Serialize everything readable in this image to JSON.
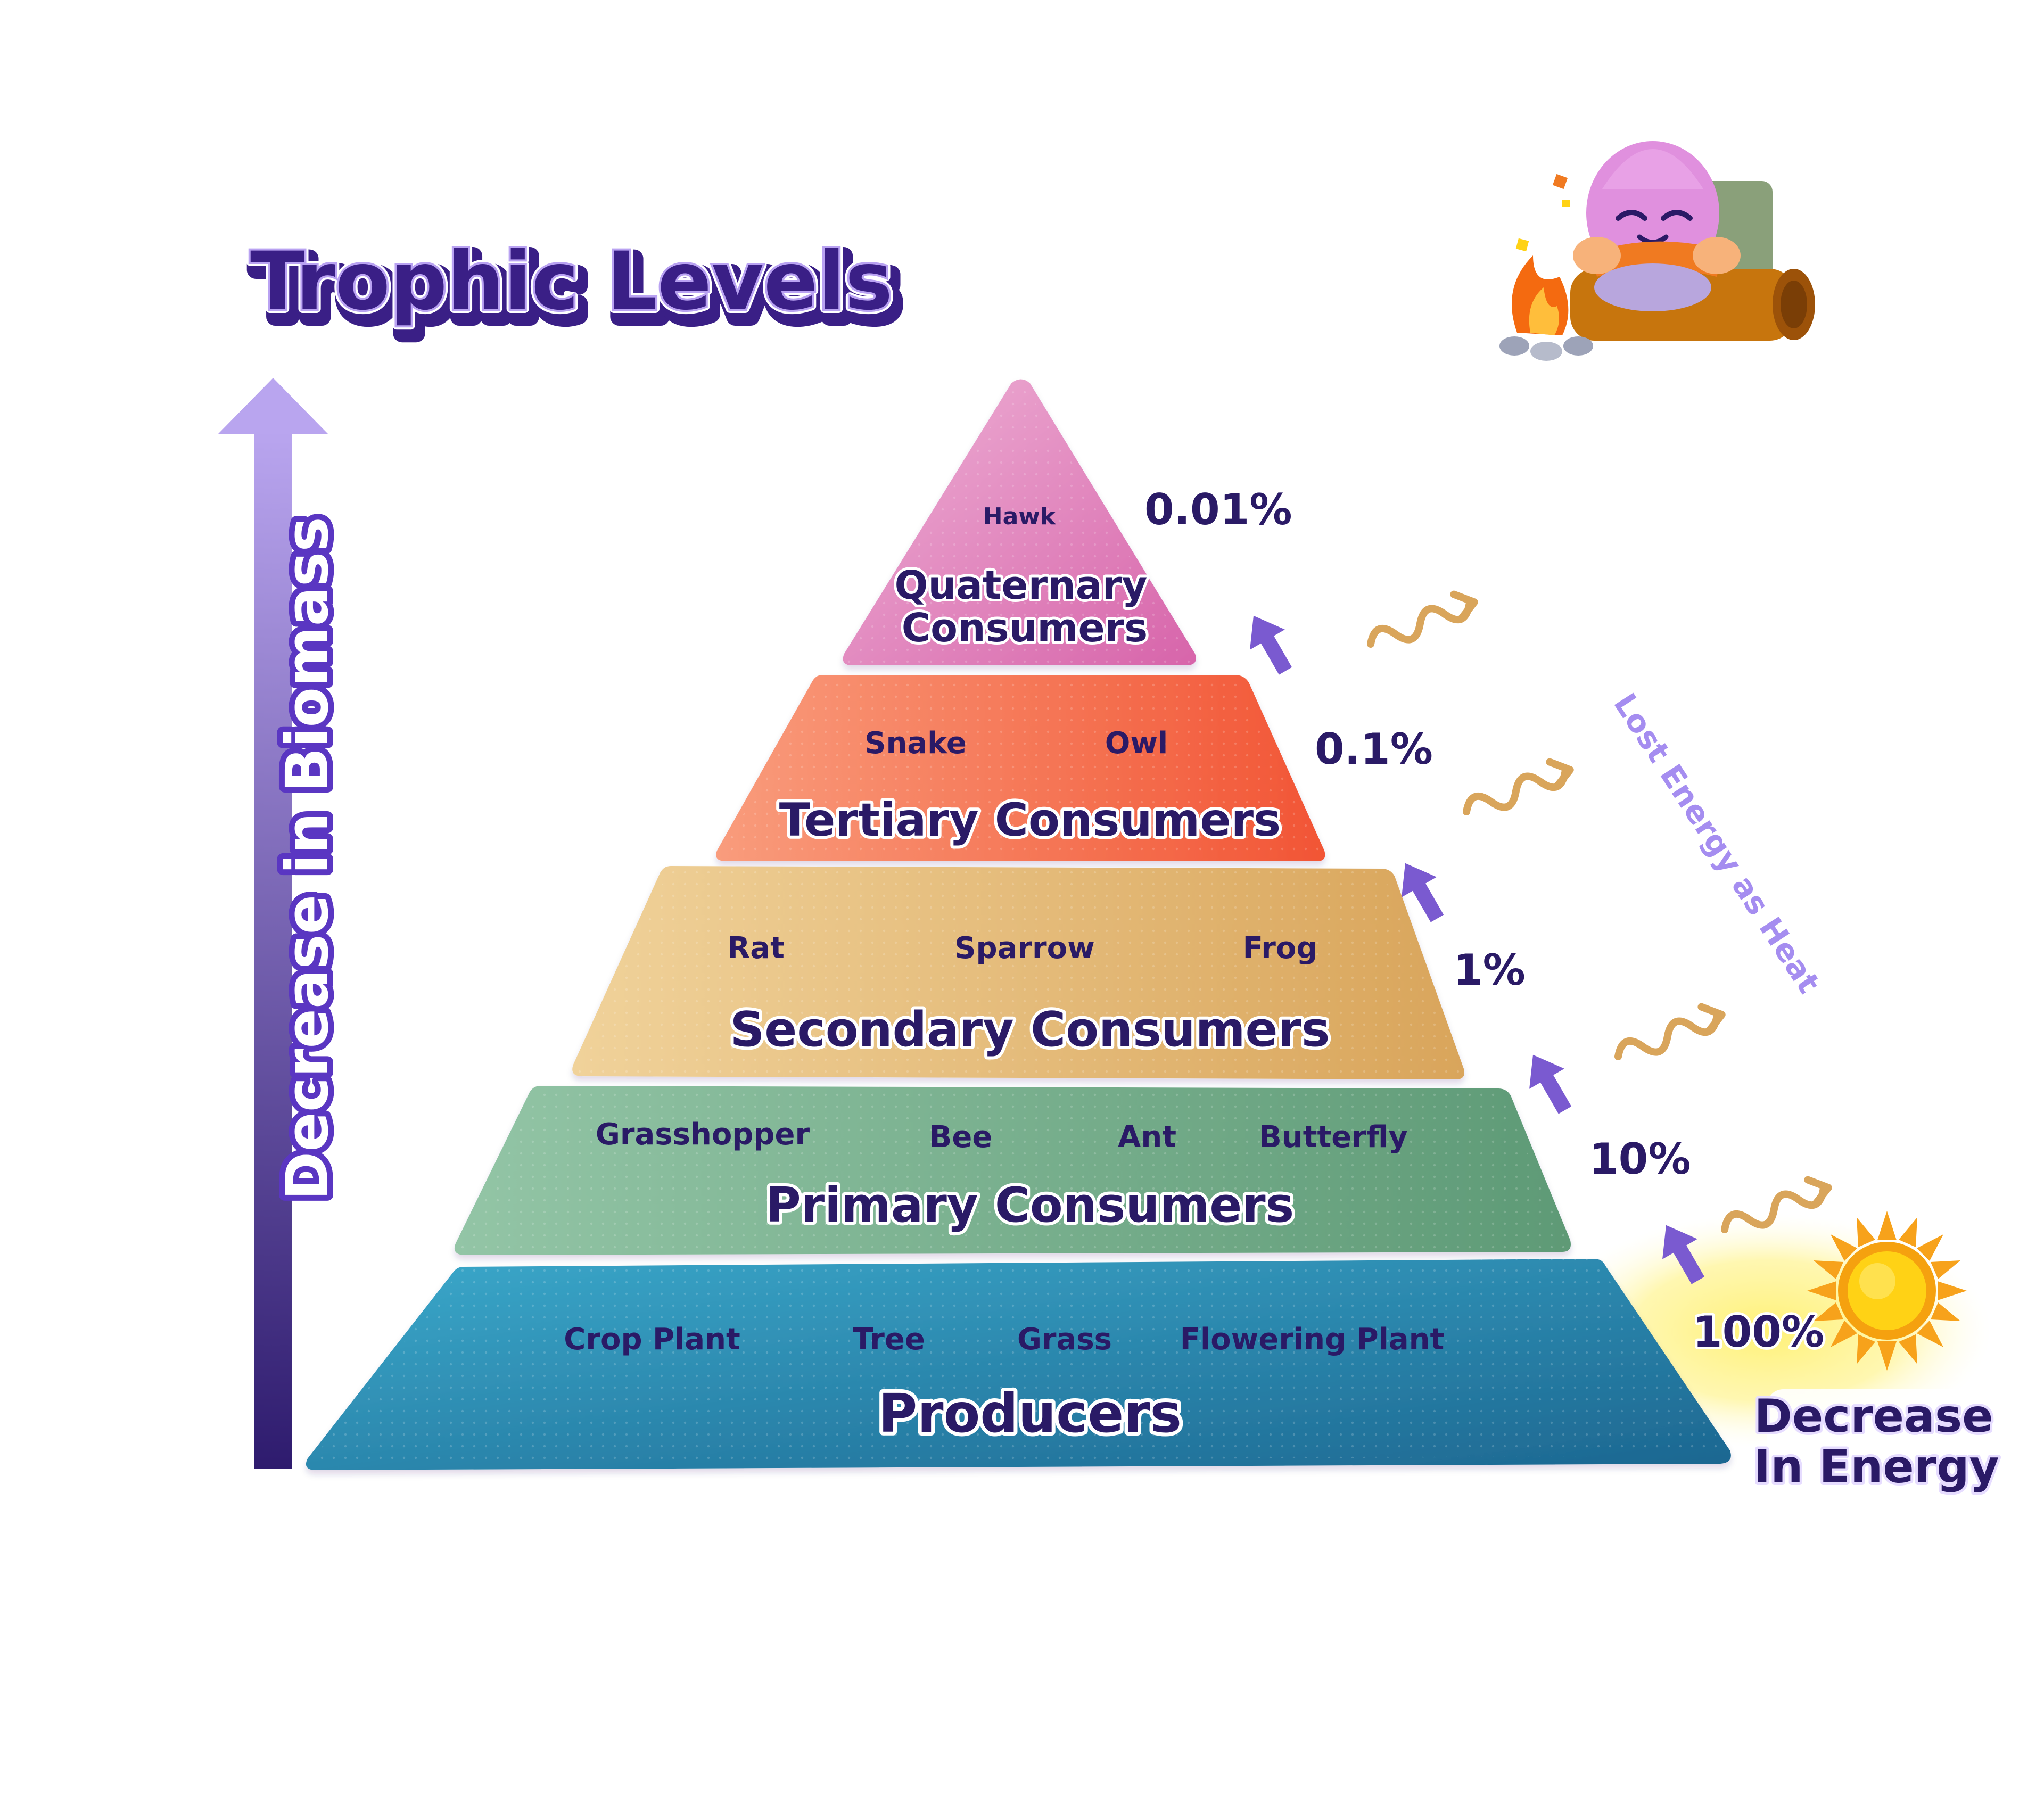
{
  "title": "Trophic Levels",
  "biomass_label": "Decrease in Biomass",
  "energy_label_line1": "Decrease",
  "energy_label_line2": "In Energy",
  "lost_heat_label": "Lost Energy as Heat",
  "levels": [
    {
      "name": "Producers",
      "organisms": [
        "Crop Plant",
        "Tree",
        "Grass",
        "Flowering Plant"
      ],
      "energy": "100%"
    },
    {
      "name": "Primary Consumers",
      "organisms": [
        "Grasshopper",
        "Bee",
        "Ant",
        "Butterfly"
      ],
      "energy": "10%"
    },
    {
      "name": "Secondary Consumers",
      "organisms": [
        "Rat",
        "Sparrow",
        "Frog"
      ],
      "energy": "1%"
    },
    {
      "name": "Tertiary Consumers",
      "organisms": [
        "Snake",
        "Owl"
      ],
      "energy": "0.1%"
    },
    {
      "name_line1": "Quaternary",
      "name_line2": "Consumers",
      "organisms": [
        "Hawk"
      ],
      "energy": "0.01%"
    }
  ],
  "colors": {
    "producers": [
      "#3aa6c8",
      "#1f6e96"
    ],
    "primary": [
      "#8fc3a4",
      "#5f9a78"
    ],
    "secondary": [
      "#efcf94",
      "#dba85f"
    ],
    "tertiary": [
      "#f98b67",
      "#f15b3c"
    ],
    "quaternary": [
      "#e7a3cd",
      "#d86aad"
    ],
    "text": "#2a1a66",
    "accent": "#7a5ad0"
  },
  "icons": [
    "biomass-arrow-icon",
    "energy-arrow-icon",
    "heat-wave-icon",
    "sun-icon",
    "campfire-mascot-icon"
  ]
}
